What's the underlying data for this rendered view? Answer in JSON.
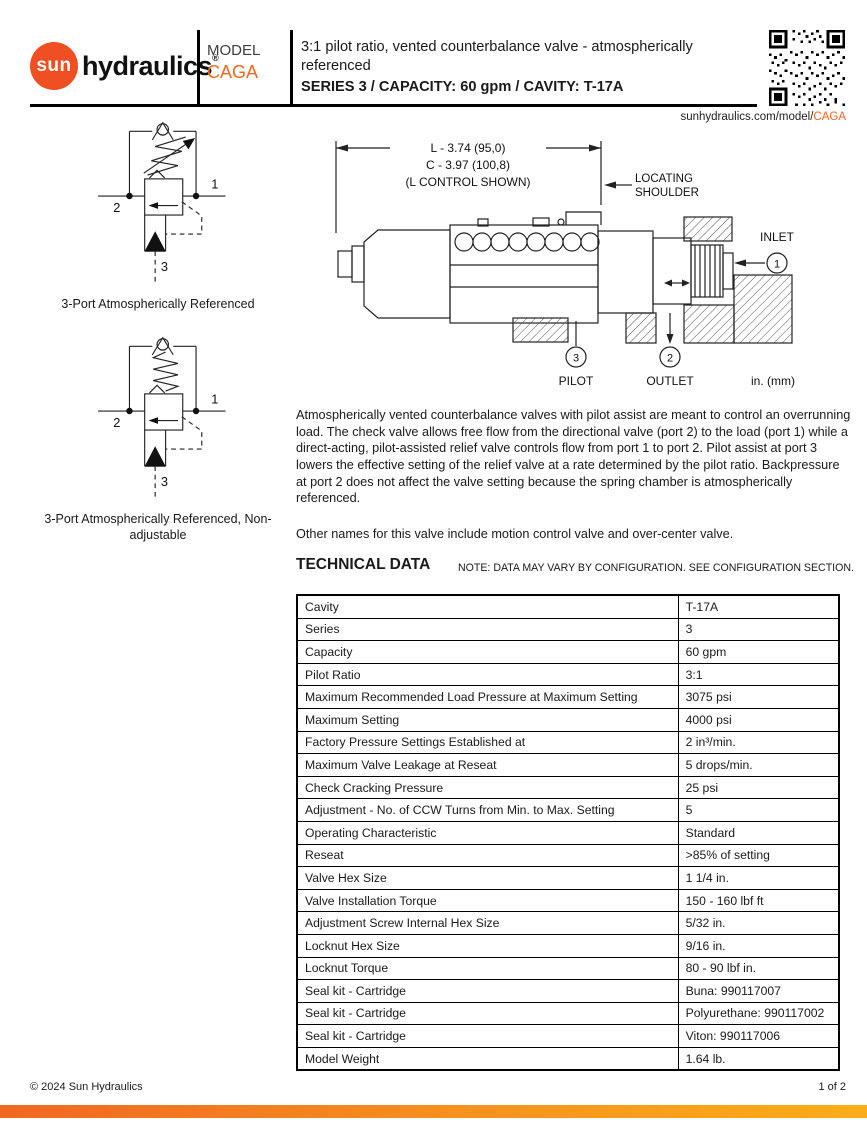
{
  "header": {
    "logo_sun": "sun",
    "logo_hydraulics": "hydraulics",
    "logo_reg": "®",
    "model_label": "MODEL",
    "model_value": "CAGA",
    "title": "3:1 pilot ratio, vented counterbalance valve - atmospherically referenced",
    "subtitle": "SERIES 3 / CAPACITY: 60 gpm / CAVITY: T-17A",
    "url_prefix": "sunhydraulics.com/model/",
    "url_model": "CAGA"
  },
  "schematics": [
    {
      "caption": "3-Port Atmospherically Referenced",
      "p1": "1",
      "p2": "2",
      "p3": "3"
    },
    {
      "caption": "3-Port Atmospherically Referenced, Non-adjustable",
      "p1": "1",
      "p2": "2",
      "p3": "3"
    }
  ],
  "drawing": {
    "dim_l": "L - 3.74 (95,0)",
    "dim_c": "C - 3.97 (100,8)",
    "control_note": "(L CONTROL SHOWN)",
    "locating_line1": "LOCATING",
    "locating_line2": "SHOULDER",
    "inlet_label": "INLET",
    "inlet_port": "1",
    "pilot_label": "PILOT",
    "pilot_port": "3",
    "outlet_label": "OUTLET",
    "outlet_port": "2",
    "units": "in. (mm)"
  },
  "description": {
    "para1": "Atmospherically vented counterbalance valves with pilot assist are meant to control an overrunning load. The check valve allows free flow from the directional valve (port 2) to the load (port 1) while a direct-acting, pilot-assisted relief valve controls flow from port 1 to port 2. Pilot assist at port 3 lowers the effective setting of the relief valve at a rate determined by the pilot ratio. Backpressure at port 2 does not affect the valve setting because the spring chamber is atmospherically referenced.",
    "para2": "Other names for this valve include motion control valve and over-center valve."
  },
  "technical_data": {
    "heading": "TECHNICAL DATA",
    "note": "NOTE: DATA MAY VARY BY CONFIGURATION. SEE CONFIGURATION SECTION.",
    "rows": [
      {
        "label": "Cavity",
        "value": "T-17A"
      },
      {
        "label": "Series",
        "value": "3"
      },
      {
        "label": "Capacity",
        "value": "60 gpm"
      },
      {
        "label": "Pilot Ratio",
        "value": "3:1"
      },
      {
        "label": "Maximum Recommended Load Pressure at Maximum Setting",
        "value": "3075 psi"
      },
      {
        "label": "Maximum Setting",
        "value": "4000 psi"
      },
      {
        "label": "Factory Pressure Settings Established at",
        "value": "2 in³/min."
      },
      {
        "label": "Maximum Valve Leakage at Reseat",
        "value": "5 drops/min."
      },
      {
        "label": "Check Cracking Pressure",
        "value": "25 psi"
      },
      {
        "label": "Adjustment - No. of CCW Turns from Min. to Max. Setting",
        "value": "5"
      },
      {
        "label": "Operating Characteristic",
        "value": "Standard"
      },
      {
        "label": "Reseat",
        "value": ">85% of setting"
      },
      {
        "label": "Valve Hex Size",
        "value": "1 1/4 in."
      },
      {
        "label": "Valve Installation Torque",
        "value": "150 - 160 lbf ft"
      },
      {
        "label": "Adjustment Screw Internal Hex Size",
        "value": "5/32 in."
      },
      {
        "label": "Locknut Hex Size",
        "value": "9/16 in."
      },
      {
        "label": "Locknut Torque",
        "value": "80 - 90 lbf in."
      },
      {
        "label": "Seal kit - Cartridge",
        "value": "Buna: 990117007"
      },
      {
        "label": "Seal kit - Cartridge",
        "value": "Polyurethane: 990117002"
      },
      {
        "label": "Seal kit - Cartridge",
        "value": "Viton: 990117006"
      },
      {
        "label": "Model Weight",
        "value": "1.64 lb."
      }
    ]
  },
  "footer": {
    "copyright": "© 2024 Sun Hydraulics",
    "page": "1 of 2"
  },
  "colors": {
    "accent": "#F26722",
    "logo_orange": "#F04E23",
    "bar_gradient_start": "#F26722",
    "bar_gradient_end": "#FBAD18",
    "text": "#1A1A1A"
  }
}
